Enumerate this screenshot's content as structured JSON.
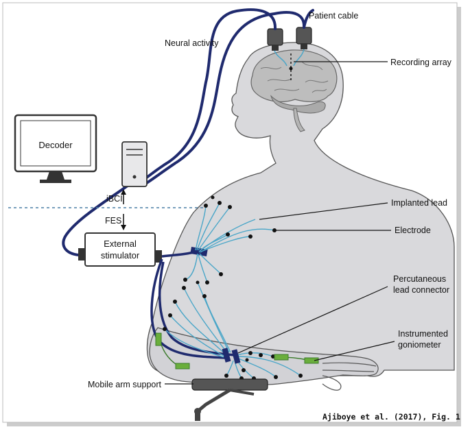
{
  "labels": {
    "patient_cable": "Patient cable",
    "neural_activity": "Neural activity",
    "recording_array": "Recording array",
    "decoder": "Decoder",
    "ibci": "iBCI",
    "fes": "FES",
    "external_stimulator_line1": "External",
    "external_stimulator_line2": "stimulator",
    "implanted_lead": "Implanted lead",
    "electrode": "Electrode",
    "percutaneous_line1": "Percutaneous",
    "percutaneous_line2": "lead connector",
    "goniometer_line1": "Instrumented",
    "goniometer_line2": "goniometer",
    "mobile_arm_support": "Mobile arm support"
  },
  "citation": "Ajiboye et al. (2017), Fig. 1",
  "colors": {
    "cable": "#1f2a6e",
    "lead": "#4aa6c8",
    "body_fill": "#d9d9dc",
    "body_stroke": "#555555",
    "brain": "#bdbdbd",
    "goniometer": "#6aae3c",
    "dashed_line": "#4a7fa6"
  }
}
